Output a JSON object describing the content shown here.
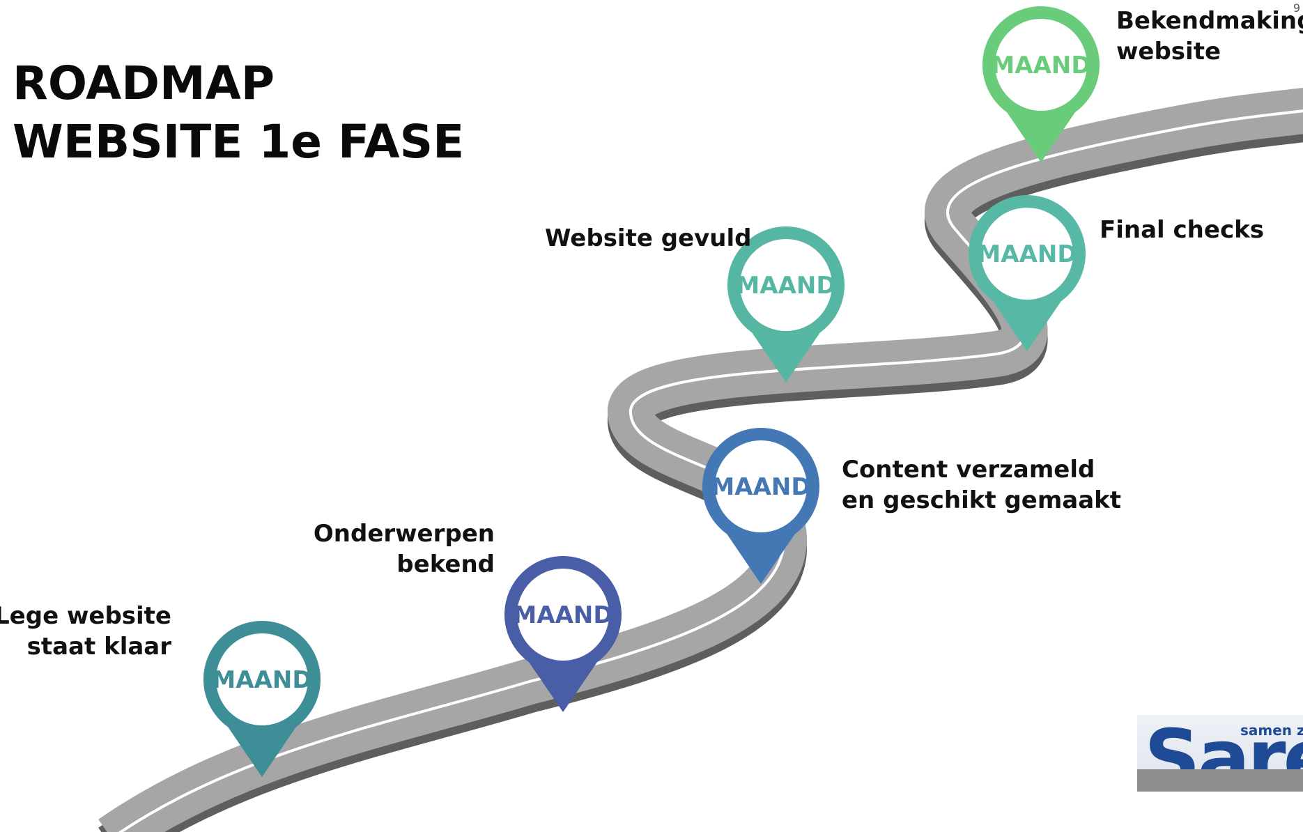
{
  "title": {
    "line1": "ROADMAP",
    "line2": "WEBSITE 1e FASE"
  },
  "page_number": "9",
  "milestones": [
    {
      "label_lines": [
        "Lege website",
        "staat klaar"
      ],
      "pin_text": "MAAND",
      "color": "#3e8e97"
    },
    {
      "label_lines": [
        "Onderwerpen",
        "bekend"
      ],
      "pin_text": "MAAND",
      "color": "#4a5ea8"
    },
    {
      "label_lines": [
        "Content verzameld",
        "en geschikt gemaakt"
      ],
      "pin_text": "MAAND",
      "color": "#4478b4"
    },
    {
      "label_lines": [
        "Website gevuld"
      ],
      "pin_text": "MAAND",
      "color": "#56b6a4"
    },
    {
      "label_lines": [
        "Final checks"
      ],
      "pin_text": "MAAND",
      "color": "#58b8a6"
    },
    {
      "label_lines": [
        "Bekendmaking",
        "website"
      ],
      "pin_text": "MAAND",
      "color": "#68cc7a"
    }
  ],
  "logo": {
    "tagline": "samen z",
    "wordmark": "Sare"
  },
  "colors": {
    "road": "#a6a6a6",
    "road_edge": "#5e5e5e",
    "road_line": "#ffffff"
  }
}
